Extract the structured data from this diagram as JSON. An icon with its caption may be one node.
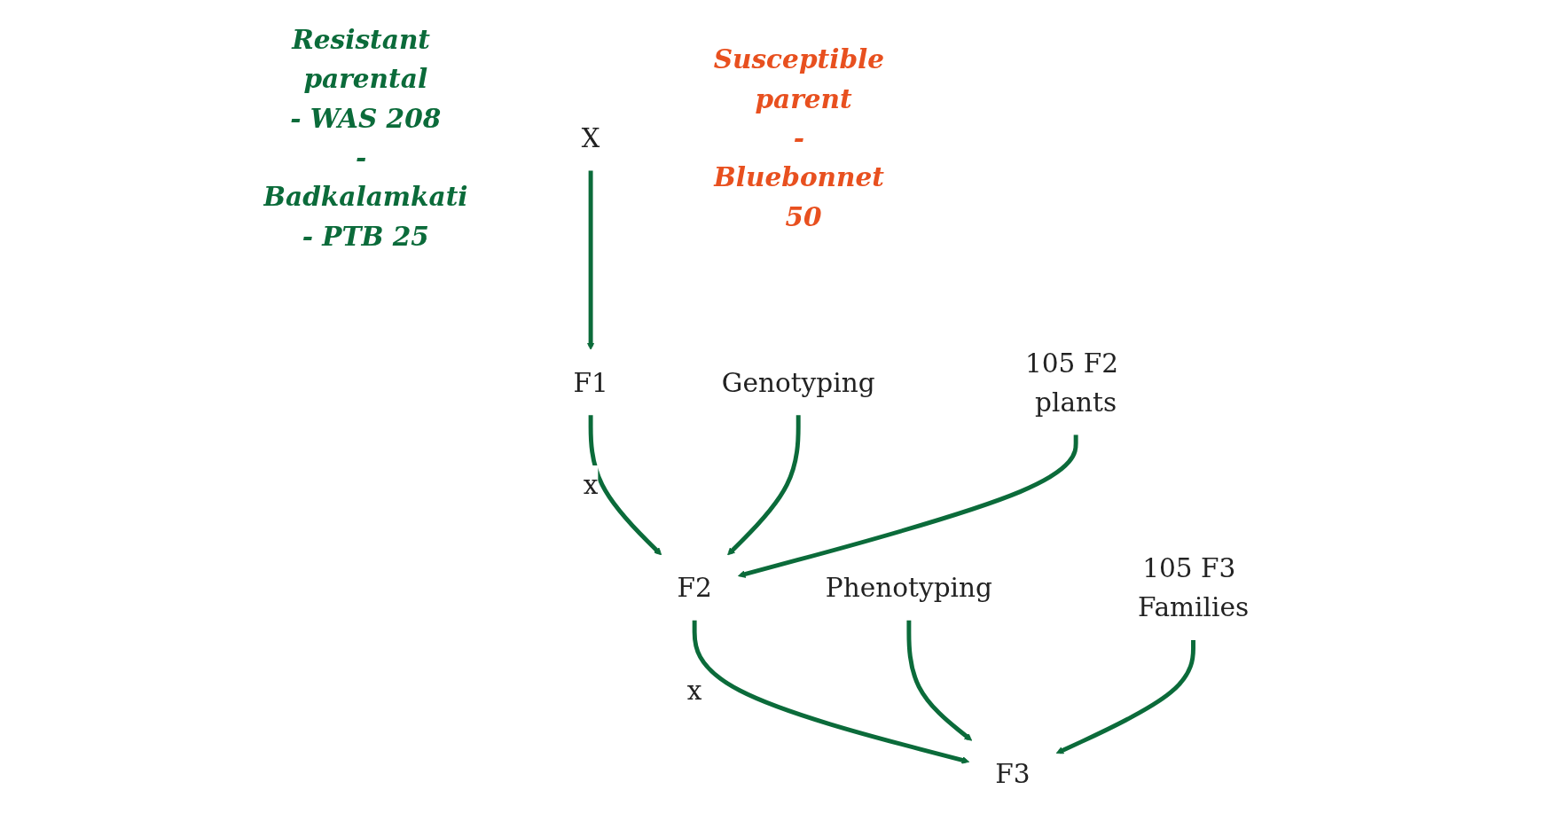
{
  "diagram": {
    "nodes": [
      {
        "text": [
          "Resistant parental",
          "- WAS 208",
          "- Badkalamkati",
          "- PTB 25"
        ]
      },
      {
        "text": [
          "X"
        ]
      },
      {
        "text": [
          "Susceptible parent",
          "- Bluebonnet 50"
        ]
      },
      {
        "text": [
          "F1"
        ]
      },
      {
        "text": [
          "Genotyping"
        ]
      },
      {
        "text": [
          "F2"
        ]
      },
      {
        "text": [
          "105 F2 plants"
        ]
      },
      {
        "text": [
          "Phenotyping"
        ]
      },
      {
        "text": [
          "F3"
        ]
      },
      {
        "text": [
          "105 F3 Families"
        ]
      }
    ],
    "edges": [
      {
        "from": 1,
        "to": 3,
        "arrow": "to"
      },
      {
        "from": 3,
        "to": 5,
        "arrow": "to",
        "label": "x"
      },
      {
        "from": 4,
        "to": 5,
        "arrow": "to"
      },
      {
        "from": 6,
        "to": 5,
        "arrow": "to"
      },
      {
        "from": 5,
        "to": 8,
        "arrow": "to",
        "label": "x"
      },
      {
        "from": 7,
        "to": 8,
        "arrow": "to"
      },
      {
        "from": 9,
        "to": 8,
        "arrow": "to"
      }
    ]
  }
}
